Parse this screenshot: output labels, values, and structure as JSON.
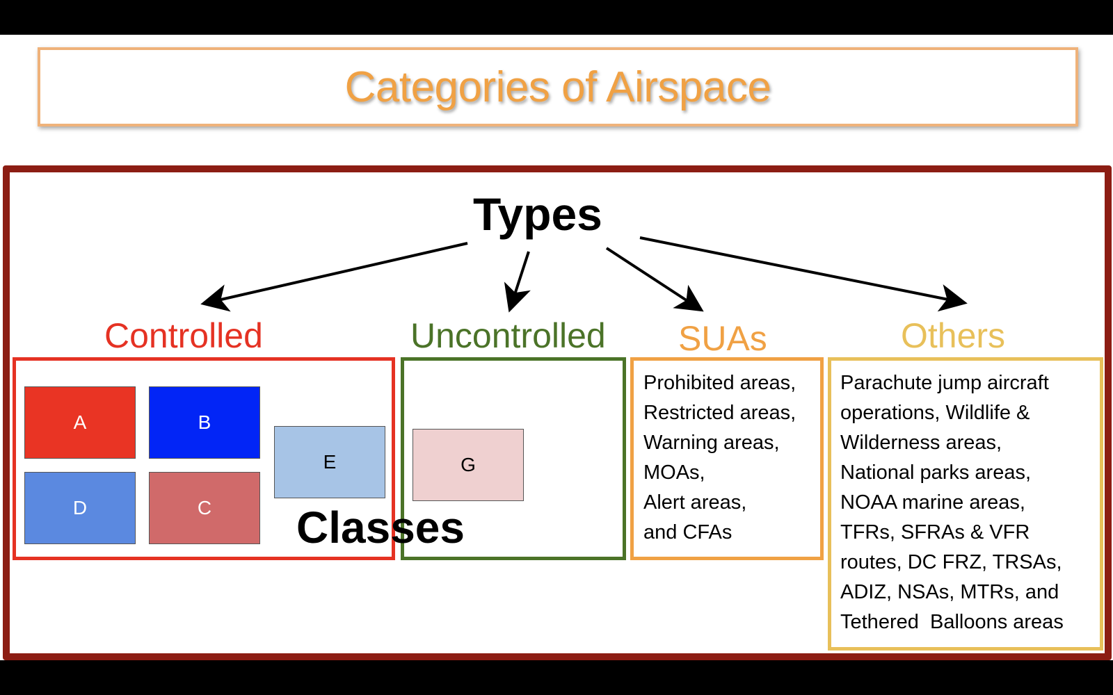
{
  "title": "Categories of Airspace",
  "types_label": "Types",
  "classes_label": "Classes",
  "categories": {
    "controlled": {
      "label": "Controlled",
      "color": "#e53223",
      "classes": [
        "A",
        "B",
        "E",
        "D",
        "C"
      ]
    },
    "uncontrolled": {
      "label": "Uncontrolled",
      "color": "#4b7328",
      "classes": [
        "G"
      ]
    },
    "suas": {
      "label": "SUAs",
      "color": "#f0a144",
      "items": [
        "Prohibited areas,",
        "Restricted areas,",
        "Warning areas,",
        "MOAs,",
        "Alert areas,",
        "and CFAs"
      ]
    },
    "others": {
      "label": "Others",
      "color": "#e8c05a",
      "items": [
        "Parachute jump aircraft",
        "operations, Wildlife &",
        "Wilderness areas,",
        "National parks areas,",
        "NOAA marine areas,",
        "TFRs, SFRAs & VFR",
        "routes, DC FRZ, TRSAs,",
        "ADIZ, NSAs, MTRs, and",
        "Tethered  Balloons areas"
      ]
    }
  },
  "class_colors": {
    "A": "#e93424",
    "B": "#0225f6",
    "C": "#d06a6a",
    "D": "#5b89e0",
    "E": "#a7c4e6",
    "G": "#efd0d0"
  },
  "frame_color": "#8c1d13",
  "title_color": "#f0a144"
}
